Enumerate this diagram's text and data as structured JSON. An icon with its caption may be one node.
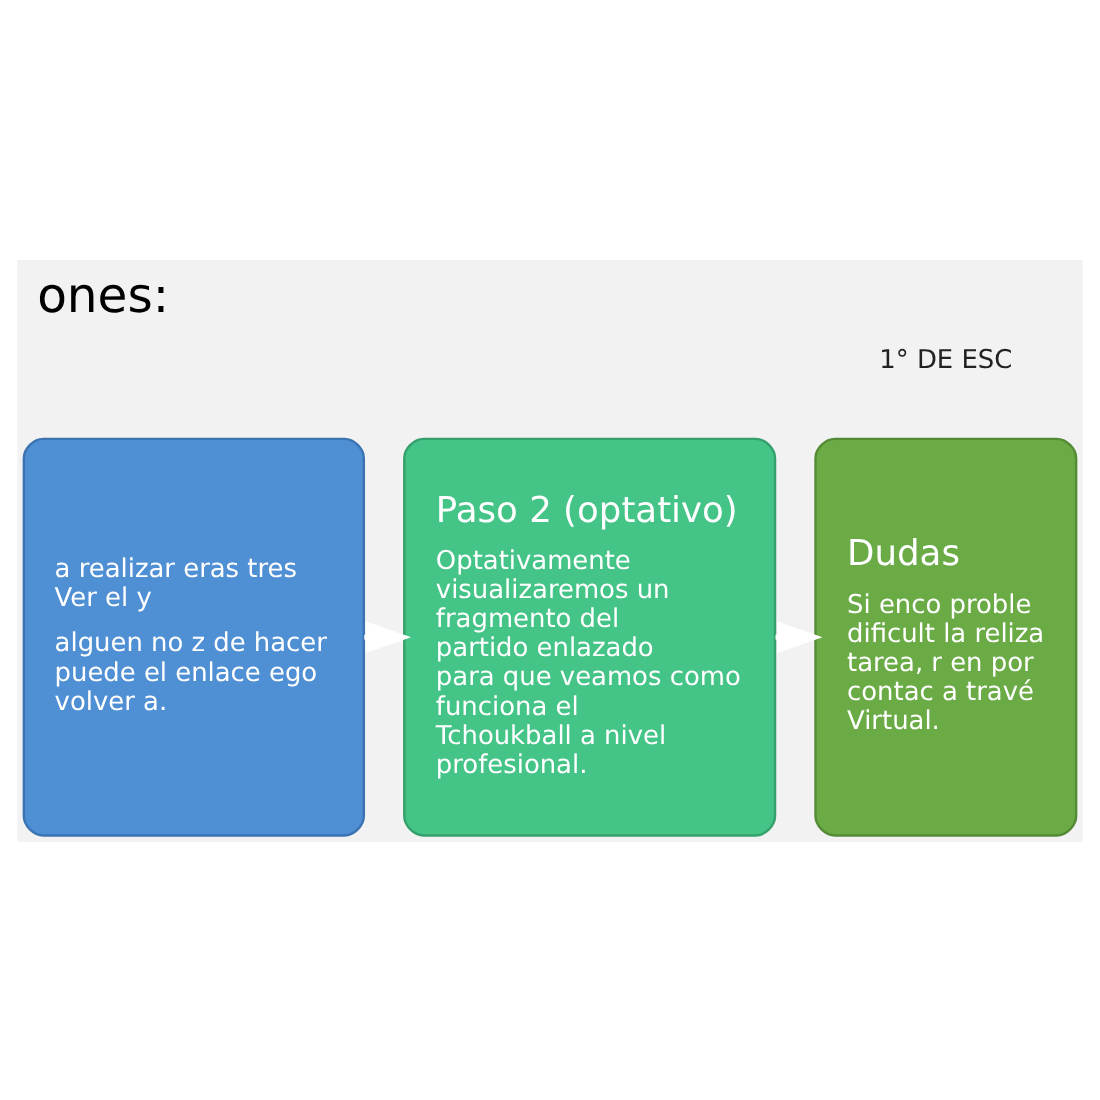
{
  "diagram": {
    "title": "ones:",
    "nodes": [
      {
        "text": [
          "a realizar eras tres Ver el y",
          "alguen no z de hacer puede el enlace ego volver a."
        ]
      },
      {
        "text": [
          "Paso 2 (optativo)",
          "Optativamente visualizaremos un fragmento del partido enlazado para que veamos como funciona el Tchoukball a nivel profesional."
        ]
      },
      {
        "text": [
          "Dudas",
          "Si enco proble dificult la reliza tarea, r en por contac a travé Virtual."
        ]
      }
    ],
    "edges": [
      {
        "from": 0,
        "to": 1,
        "arrow": "to"
      },
      {
        "from": 1,
        "to": 2,
        "arrow": "to"
      }
    ],
    "labels": [
      "1° DE ESC"
    ]
  }
}
